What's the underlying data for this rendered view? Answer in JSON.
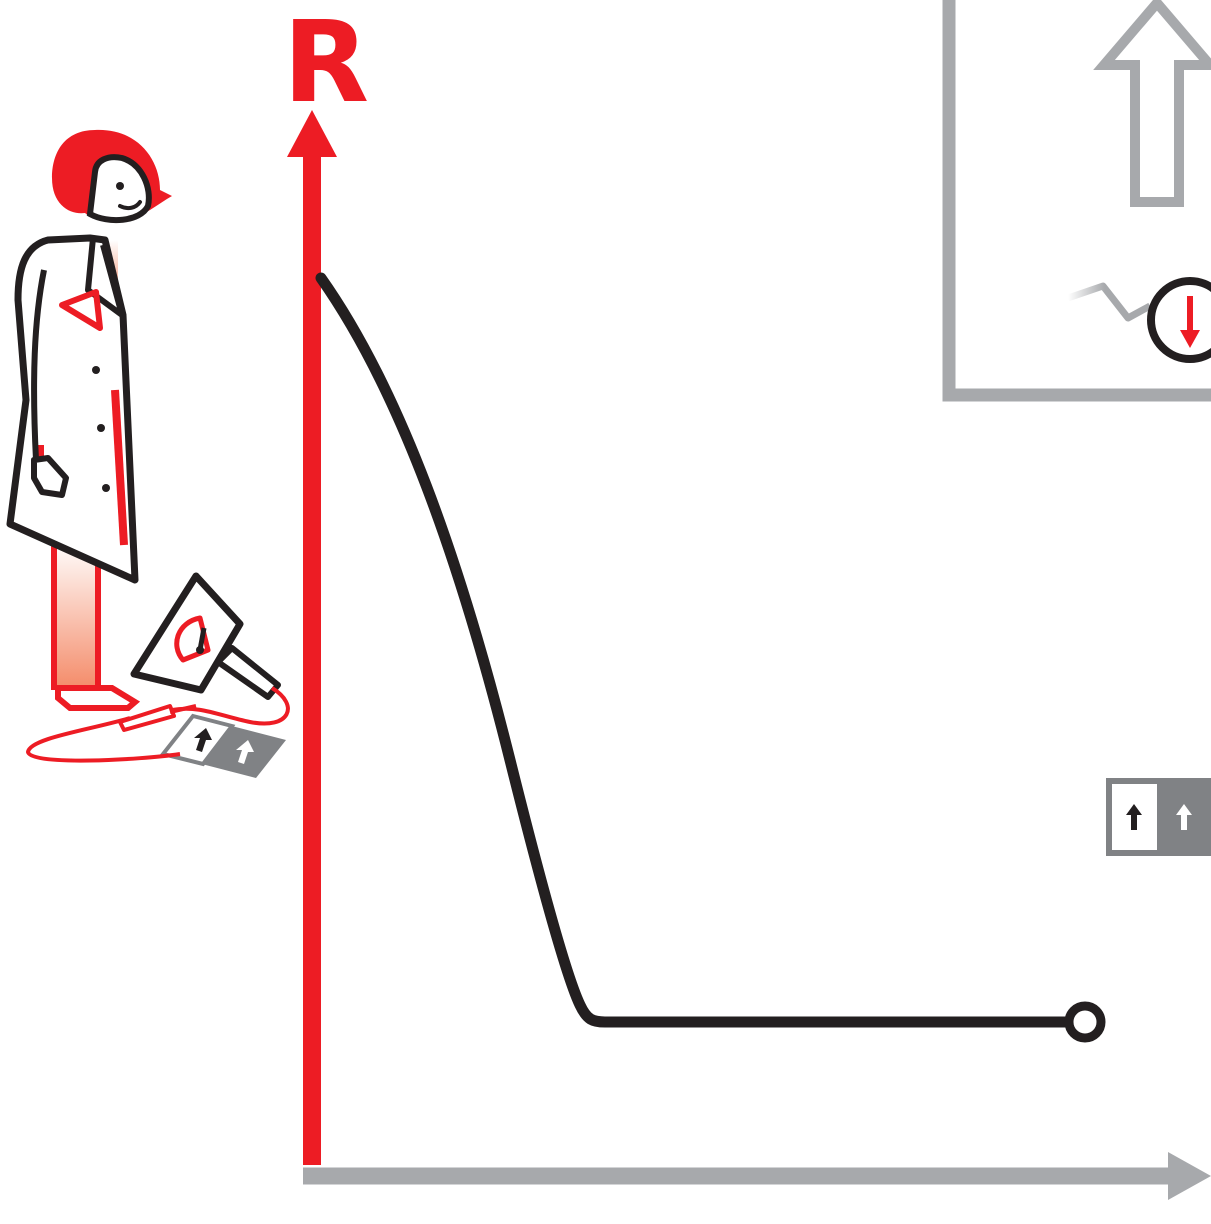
{
  "diagram": {
    "y_axis_label": "R",
    "colors": {
      "accent_red": "#ed1c24",
      "curve_black": "#231f20",
      "axis_gray": "#a7a9ac",
      "dark_gray": "#808285",
      "skin_red_light": "#f48c6a",
      "white": "#ffffff"
    },
    "curve": {
      "shape": "resistance drops steeply then levels off to a flat plateau",
      "end_marker": "open circle"
    },
    "icons": [
      "scientist-figure",
      "multimeter-icon",
      "magnetic-sample-icon",
      "up-arrow-icon",
      "spin-down-icon",
      "aligned-spins-icon"
    ]
  }
}
